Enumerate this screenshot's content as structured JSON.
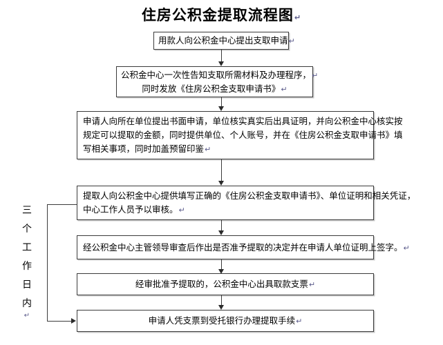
{
  "document": {
    "title": "住房公积金提取流程图",
    "title_mark": "↵",
    "type": "flowchart",
    "language": "zh-CN",
    "background_color": "#ffffff",
    "border_color": "#3a3a3a",
    "text_color": "#000000",
    "mark_color": "#5a5a8a"
  },
  "side_label": {
    "name": "three-working-days",
    "characters": [
      "三",
      "个",
      "工",
      "作",
      "日",
      "内"
    ],
    "text": "三个工作日内",
    "mark": "↵",
    "orientation": "vertical",
    "spans_from_node": 4,
    "spans_to_node": 7
  },
  "nodes": [
    {
      "id": 1,
      "name": "node-apply-to-fund-center",
      "align": "center",
      "lines": [
        {
          "text": "用款人向公积金中心提出支取申请",
          "mark": "↵"
        }
      ]
    },
    {
      "id": 2,
      "name": "node-center-informs-materials",
      "align": "center",
      "lines": [
        {
          "text": "公积金中心一次性告知支取所需材料及办理程序，",
          "mark": "↵"
        },
        {
          "text": "同时发放《住房公积金支取申请书》",
          "mark": "↵"
        }
      ]
    },
    {
      "id": 3,
      "name": "node-written-application-to-employer",
      "align": "justify",
      "lines": [
        {
          "text": "申请人向所在单位提出书面申请，单位核实真实后出具证明，并向公积金中心核实按",
          "mark": ""
        },
        {
          "text": "规定可以提取的金额，同时提供单位、个人账号，并在《住房公积金支取申请书》填",
          "mark": ""
        },
        {
          "text": "写相关事项，同时加盖预留印鉴",
          "mark": "↵"
        }
      ]
    },
    {
      "id": 4,
      "name": "node-submit-documents-for-review",
      "align": "justify",
      "lines": [
        {
          "text": "提取人向公积金中心提供填写正确的《住房公积金支取申请书》、单位证明和相关凭证，",
          "mark": ""
        },
        {
          "text": "中心工作人员予以审核。",
          "mark": "↵"
        }
      ]
    },
    {
      "id": 5,
      "name": "node-leader-approval-and-signature",
      "align": "justify",
      "lines": [
        {
          "text": "经公积金中心主管领导审查后作出是否准予提取的决定并在申请人单位证明上签字。",
          "mark": "↵"
        }
      ]
    },
    {
      "id": 6,
      "name": "node-issue-withdrawal-check",
      "align": "center",
      "lines": [
        {
          "text": "经审批准予提取的，公积金中心出具取款支票",
          "mark": "↵"
        }
      ]
    },
    {
      "id": 7,
      "name": "node-bank-withdrawal-procedure",
      "align": "center",
      "lines": [
        {
          "text": "申请人凭支票到受托银行办理提取手续",
          "mark": "↵"
        }
      ]
    }
  ],
  "connectors": [
    {
      "name": "connector-1-to-2",
      "from": 1,
      "to": 2,
      "type": "vertical-arrow"
    },
    {
      "name": "connector-2-to-3",
      "from": 2,
      "to": 3,
      "type": "vertical-arrow"
    },
    {
      "name": "connector-3-to-4",
      "from": 3,
      "to": 4,
      "type": "vertical-arrow"
    },
    {
      "name": "connector-4-to-5",
      "from": 4,
      "to": 5,
      "type": "vertical-arrow"
    },
    {
      "name": "connector-5-to-6",
      "from": 5,
      "to": 6,
      "type": "vertical-arrow"
    },
    {
      "name": "connector-6-to-7",
      "from": 6,
      "to": 7,
      "type": "vertical-arrow"
    },
    {
      "name": "connector-bracket-4-to-7",
      "from": 4,
      "to": 7,
      "type": "left-bracket-arrow"
    }
  ]
}
